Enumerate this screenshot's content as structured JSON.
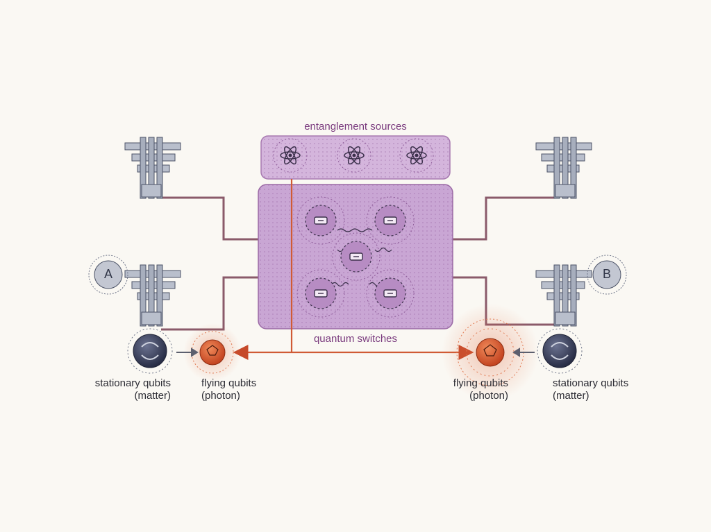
{
  "labels": {
    "sources_title": "entanglement sources",
    "switches_title": "quantum switches",
    "node_a": "A",
    "node_b": "B",
    "left_stationary_1": "stationary qubits",
    "left_stationary_2": "(matter)",
    "left_flying_1": "flying qubits",
    "left_flying_2": "(photon)",
    "right_flying_1": "flying qubits",
    "right_flying_2": "(photon)",
    "right_stationary_1": "stationary qubits",
    "right_stationary_2": "(matter)"
  },
  "colors": {
    "background": "#faf8f3",
    "purple_fill": "#c9a6d4",
    "purple_dark": "#7a3b7e",
    "photon": "#d9552e",
    "stationary": "#3d4463",
    "tower": "#8b93a8",
    "link": "#8a5a6a"
  }
}
